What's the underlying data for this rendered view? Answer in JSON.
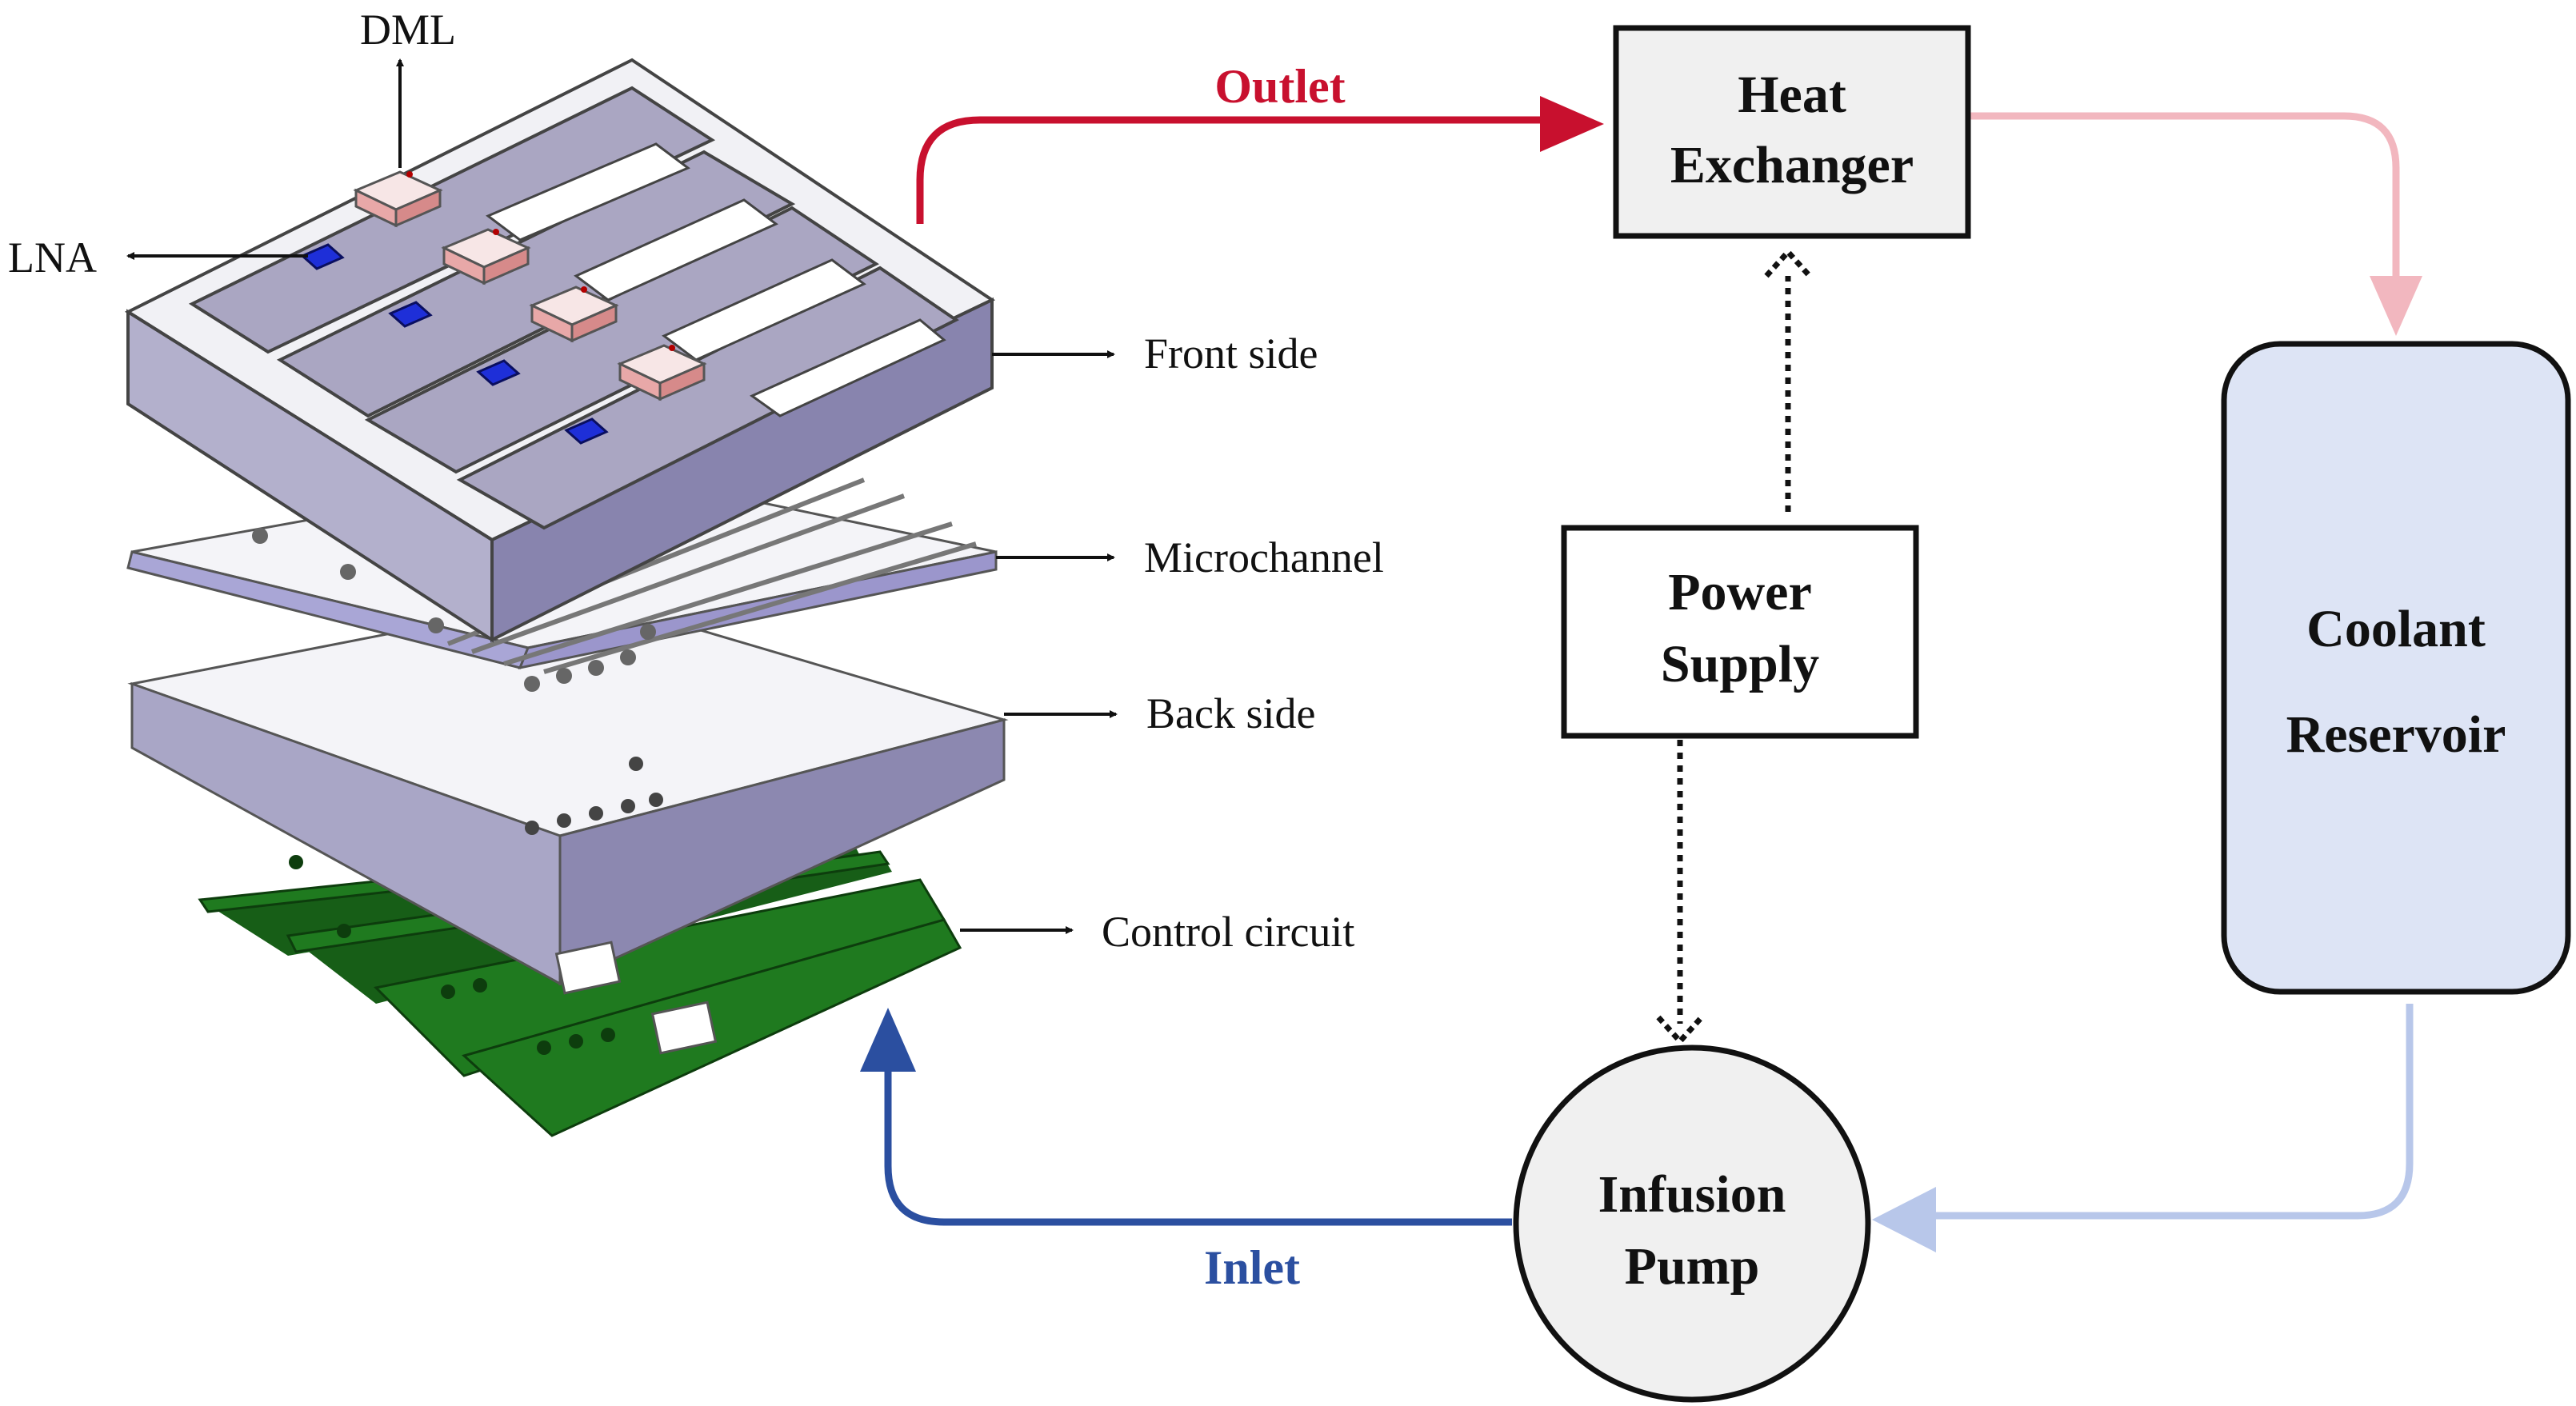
{
  "assembly": {
    "callouts": {
      "dml": "DML",
      "lna": "LNA",
      "front_side": "Front side",
      "microchannel": "Microchannel",
      "back_side": "Back side",
      "control_circuit": "Control circuit"
    }
  },
  "flow": {
    "outlet": "Outlet",
    "inlet": "Inlet"
  },
  "nodes": {
    "heat_exchanger": {
      "line1": "Heat",
      "line2": "Exchanger"
    },
    "power_supply": {
      "line1": "Power",
      "line2": "Supply"
    },
    "coolant_reservoir": {
      "line1": "Coolant",
      "line2": "Reservoir"
    },
    "infusion_pump": {
      "line1": "Infusion",
      "line2": "Pump"
    }
  },
  "colors": {
    "outlet": "#c8102e",
    "outlet_light": "#f2b7bf",
    "inlet": "#2b4fa0",
    "inlet_light": "#b8c7ea",
    "reservoir_fill": "#dde4f5",
    "box_fill": "#f0f0f0",
    "pcb": "#1f7a1f",
    "plate_top": "#f4f4f8",
    "plate_side": "#8c88b0",
    "lna_chip": "#1e2fd8",
    "dml_chip": "#e8a8a8"
  },
  "icons": [
    "arrow-head-icon",
    "dotted-arrow-icon"
  ]
}
